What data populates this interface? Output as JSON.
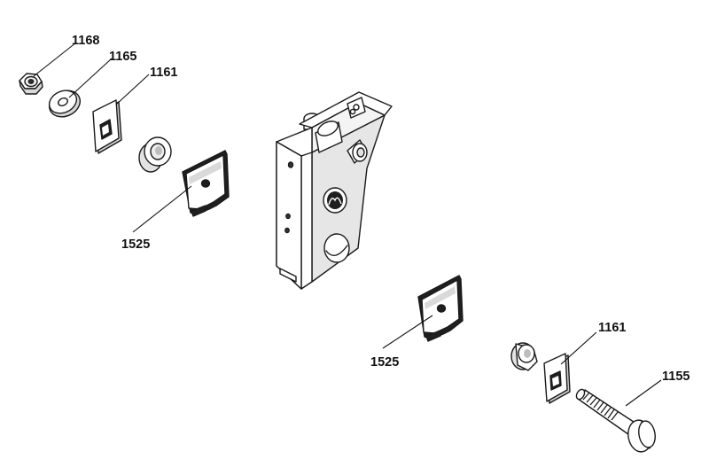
{
  "diagram": {
    "colors": {
      "ink": "#1a1a1a",
      "part_fill": "#ffffff",
      "shade": "#cfcfcf",
      "dark": "#2a2a2a"
    },
    "callouts": [
      {
        "id": "c1168",
        "label": "1168",
        "part": "hex-nut"
      },
      {
        "id": "c1165",
        "label": "1165",
        "part": "flat-washer"
      },
      {
        "id": "c1161a",
        "label": "1161",
        "part": "square-hole-plate"
      },
      {
        "id": "c1525a",
        "label": "1525",
        "part": "bushing-bracket"
      },
      {
        "id": "c1525b",
        "label": "1525",
        "part": "bushing-bracket"
      },
      {
        "id": "c1161b",
        "label": "1161",
        "part": "square-hole-plate"
      },
      {
        "id": "c1155",
        "label": "1155",
        "part": "carriage-bolt"
      }
    ]
  }
}
